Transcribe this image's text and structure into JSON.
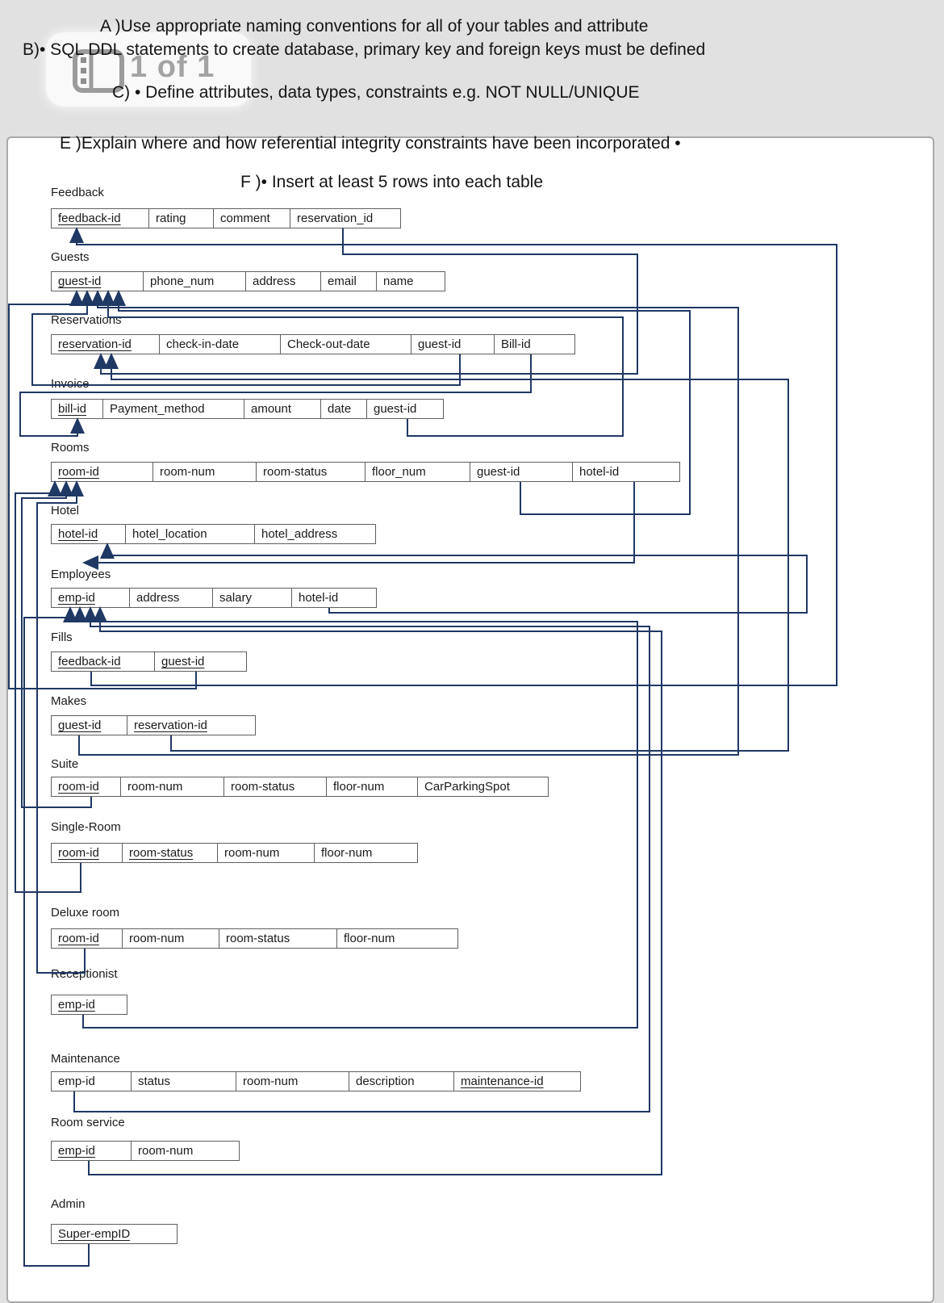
{
  "header": {
    "line_a": "A )Use appropriate naming conventions for all of your tables and attribute",
    "line_b": "B)• SQL DDL statements to create database, primary key and foreign keys must be defined",
    "line_c": "C) • Define attributes, data types, constraints e.g. NOT NULL/UNIQUE",
    "page_badge": "1 of 1",
    "page_badge_icon": "pages-icon"
  },
  "notes": {
    "line_e": "E )Explain where and how referential integrity constraints have been incorporated •",
    "line_f": "F )• Insert at least 5 rows into each table"
  },
  "colors": {
    "connector": "#1f3864",
    "cell_border": "#5f5f5f",
    "text": "#1b1b1b",
    "badge_text": "#a3a3a3",
    "page_bg": "#e1e1e1",
    "panel_bg": "#ffffff",
    "panel_border": "#a9a9a9"
  },
  "diagram": {
    "tables": [
      {
        "name": "Feedback",
        "columns": [
          {
            "label": "feedback-id",
            "pk": true
          },
          {
            "label": "rating",
            "pk": false
          },
          {
            "label": "comment",
            "pk": false
          },
          {
            "label": "reservation_id",
            "pk": false
          }
        ]
      },
      {
        "name": "Guests",
        "columns": [
          {
            "label": "guest-id",
            "pk": true
          },
          {
            "label": "phone_num",
            "pk": false
          },
          {
            "label": "address",
            "pk": false
          },
          {
            "label": "email",
            "pk": false
          },
          {
            "label": "name",
            "pk": false
          }
        ]
      },
      {
        "name": "Reservations",
        "columns": [
          {
            "label": "reservation-id",
            "pk": true
          },
          {
            "label": "check-in-date",
            "pk": false
          },
          {
            "label": "Check-out-date",
            "pk": false
          },
          {
            "label": "guest-id",
            "pk": false
          },
          {
            "label": "Bill-id",
            "pk": false
          }
        ]
      },
      {
        "name": "Invoice",
        "columns": [
          {
            "label": "bill-id",
            "pk": true
          },
          {
            "label": "Payment_method",
            "pk": false
          },
          {
            "label": "amount",
            "pk": false
          },
          {
            "label": "date",
            "pk": false
          },
          {
            "label": "guest-id",
            "pk": false
          }
        ]
      },
      {
        "name": "Rooms",
        "columns": [
          {
            "label": "room-id",
            "pk": true
          },
          {
            "label": "room-num",
            "pk": false
          },
          {
            "label": "room-status",
            "pk": false
          },
          {
            "label": "floor_num",
            "pk": false
          },
          {
            "label": "guest-id",
            "pk": false
          },
          {
            "label": "hotel-id",
            "pk": false
          }
        ]
      },
      {
        "name": "Hotel",
        "columns": [
          {
            "label": "hotel-id",
            "pk": true
          },
          {
            "label": "hotel_location",
            "pk": false
          },
          {
            "label": "hotel_address",
            "pk": false
          }
        ]
      },
      {
        "name": "Employees",
        "columns": [
          {
            "label": "emp-id",
            "pk": true
          },
          {
            "label": "address",
            "pk": false
          },
          {
            "label": "salary",
            "pk": false
          },
          {
            "label": "hotel-id",
            "pk": false
          }
        ]
      },
      {
        "name": "Fills",
        "columns": [
          {
            "label": "feedback-id",
            "pk": true
          },
          {
            "label": "guest-id",
            "pk": true
          }
        ]
      },
      {
        "name": "Makes",
        "columns": [
          {
            "label": "guest-id",
            "pk": true
          },
          {
            "label": "reservation-id",
            "pk": true
          }
        ]
      },
      {
        "name": "Suite",
        "columns": [
          {
            "label": "room-id",
            "pk": true
          },
          {
            "label": "room-num",
            "pk": false
          },
          {
            "label": "room-status",
            "pk": false
          },
          {
            "label": "floor-num",
            "pk": false
          },
          {
            "label": "CarParkingSpot",
            "pk": false
          }
        ]
      },
      {
        "name": "Single-Room",
        "columns": [
          {
            "label": "room-id",
            "pk": true
          },
          {
            "label": "room-status",
            "pk": true
          },
          {
            "label": "room-num",
            "pk": false
          },
          {
            "label": "floor-num",
            "pk": false
          }
        ]
      },
      {
        "name": "Deluxe room",
        "columns": [
          {
            "label": "room-id",
            "pk": true
          },
          {
            "label": "room-num",
            "pk": false
          },
          {
            "label": "room-status",
            "pk": false
          },
          {
            "label": "floor-num",
            "pk": false
          }
        ]
      },
      {
        "name": "Receptionist",
        "columns": [
          {
            "label": "emp-id",
            "pk": true
          }
        ]
      },
      {
        "name": "Maintenance",
        "columns": [
          {
            "label": "emp-id",
            "pk": false
          },
          {
            "label": "status",
            "pk": false
          },
          {
            "label": "room-num",
            "pk": false
          },
          {
            "label": "description",
            "pk": false
          },
          {
            "label": "maintenance-id",
            "pk": true
          }
        ]
      },
      {
        "name": "Room service",
        "columns": [
          {
            "label": "emp-id",
            "pk": true
          },
          {
            "label": "room-num",
            "pk": false
          }
        ]
      },
      {
        "name": "Admin",
        "columns": [
          {
            "label": "Super-empID",
            "pk": true
          }
        ]
      }
    ],
    "relationships": [
      {
        "from": "Fills.feedback-id",
        "to": "Feedback.feedback-id"
      },
      {
        "from": "Feedback.reservation_id",
        "to": "Reservations.reservation-id"
      },
      {
        "from": "Makes.reservation-id",
        "to": "Reservations.reservation-id"
      },
      {
        "from": "Reservations.guest-id",
        "to": "Guests.guest-id"
      },
      {
        "from": "Invoice.guest-id",
        "to": "Guests.guest-id"
      },
      {
        "from": "Rooms.guest-id",
        "to": "Guests.guest-id"
      },
      {
        "from": "Fills.guest-id",
        "to": "Guests.guest-id"
      },
      {
        "from": "Makes.guest-id",
        "to": "Guests.guest-id"
      },
      {
        "from": "Reservations.Bill-id",
        "to": "Invoice.bill-id"
      },
      {
        "from": "Suite.room-id",
        "to": "Rooms.room-id"
      },
      {
        "from": "Single-Room.room-id",
        "to": "Rooms.room-id"
      },
      {
        "from": "Deluxe room.room-id",
        "to": "Rooms.room-id"
      },
      {
        "from": "Rooms.hotel-id",
        "to": "Hotel.hotel-id"
      },
      {
        "from": "Employees.hotel-id",
        "to": "Hotel.hotel-id"
      },
      {
        "from": "Receptionist.emp-id",
        "to": "Employees.emp-id"
      },
      {
        "from": "Maintenance.emp-id",
        "to": "Employees.emp-id"
      },
      {
        "from": "Room service.emp-id",
        "to": "Employees.emp-id"
      },
      {
        "from": "Admin.Super-empID",
        "to": "Employees.emp-id"
      }
    ]
  }
}
